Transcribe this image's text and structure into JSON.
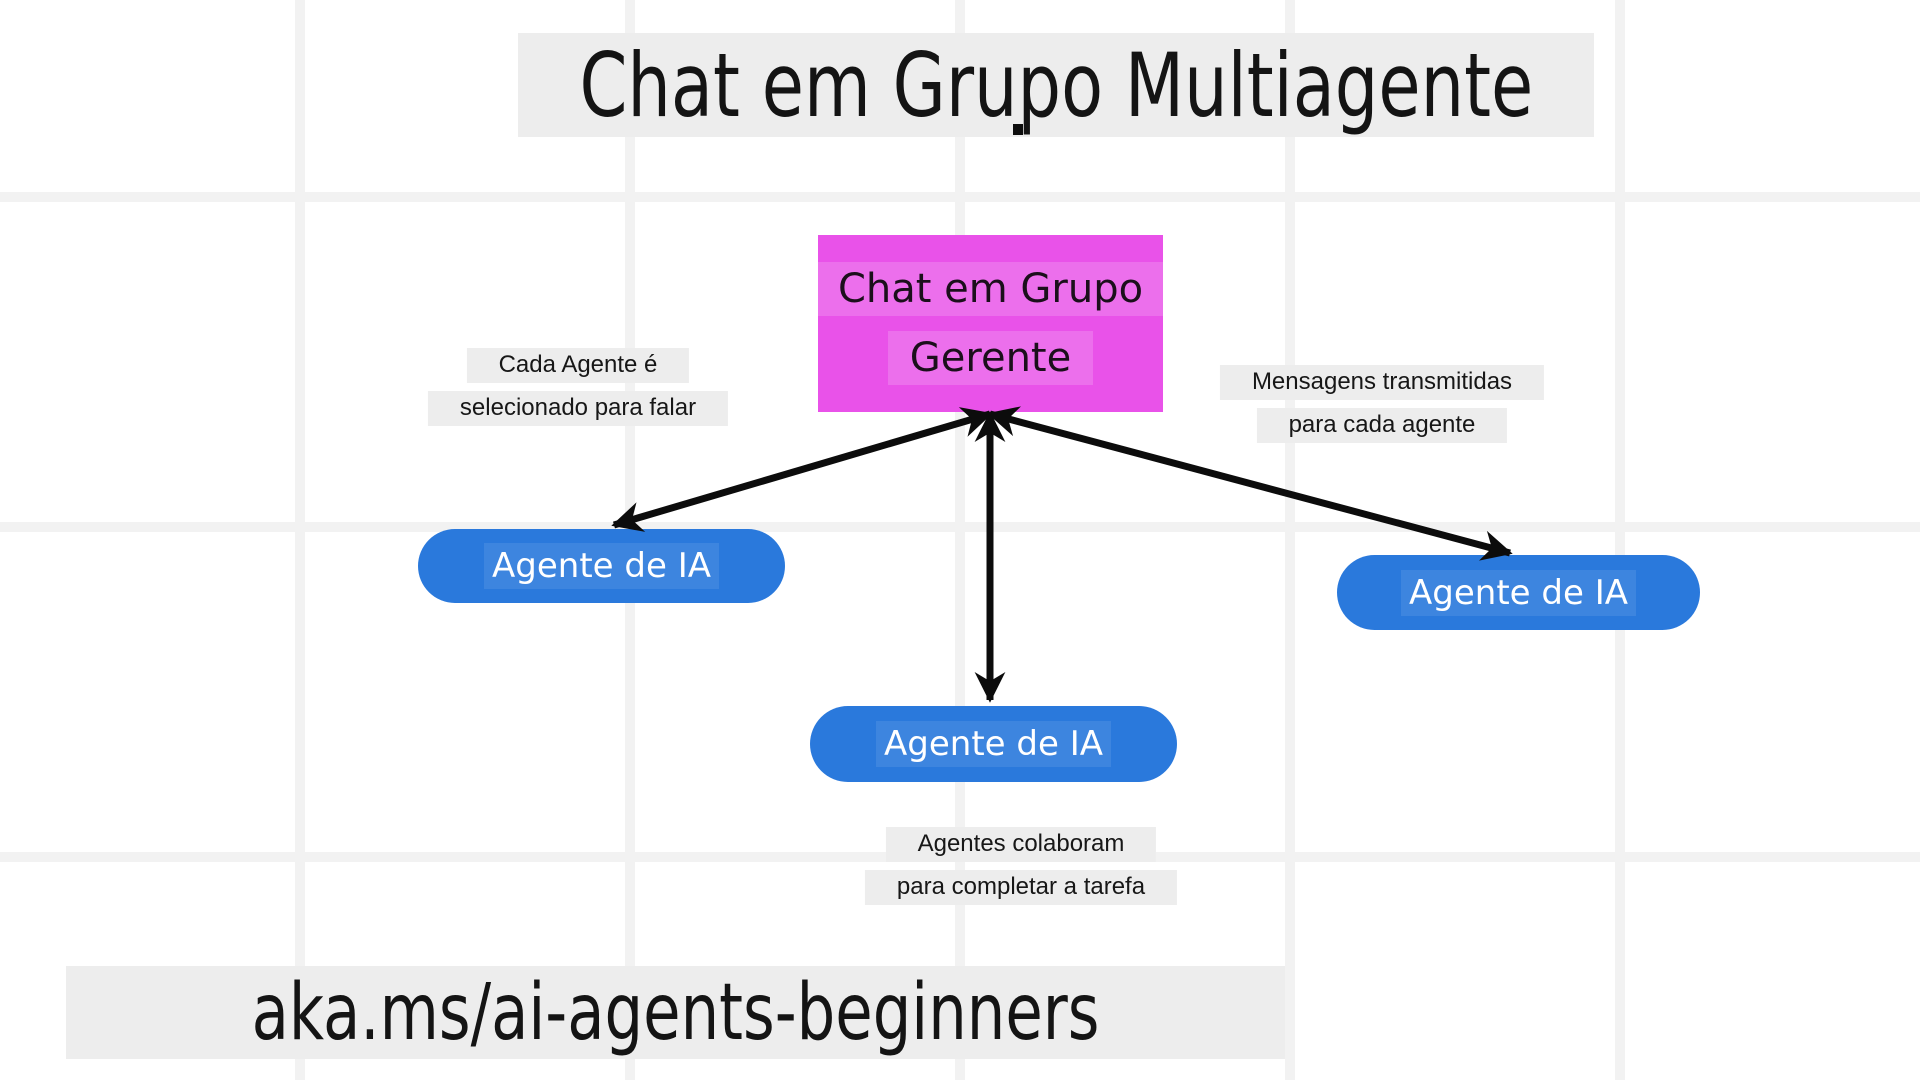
{
  "title": {
    "text": "Chat em Grupo Multiagente"
  },
  "manager": {
    "line1": "Chat em Grupo",
    "line2": "Gerente",
    "color": "#e952e9"
  },
  "agents": [
    {
      "label": "Agente de IA"
    },
    {
      "label": "Agente de IA"
    },
    {
      "label": "Agente de IA"
    }
  ],
  "agent_color": "#2a79dc",
  "annotations": {
    "left": {
      "line1": "Cada Agente é",
      "line2": "selecionado para falar"
    },
    "right": {
      "line1": "Mensagens transmitidas",
      "line2": "para cada agente"
    },
    "bottom": {
      "line1": "Agentes colaboram",
      "line2": "para completar a tarefa"
    }
  },
  "footer": {
    "text": "aka.ms/ai-agents-beginners"
  },
  "colors": {
    "arrow": "#0c0c0c",
    "highlight_bg": "#ededed",
    "grid": "#f2f2f2",
    "text": "#141414"
  }
}
